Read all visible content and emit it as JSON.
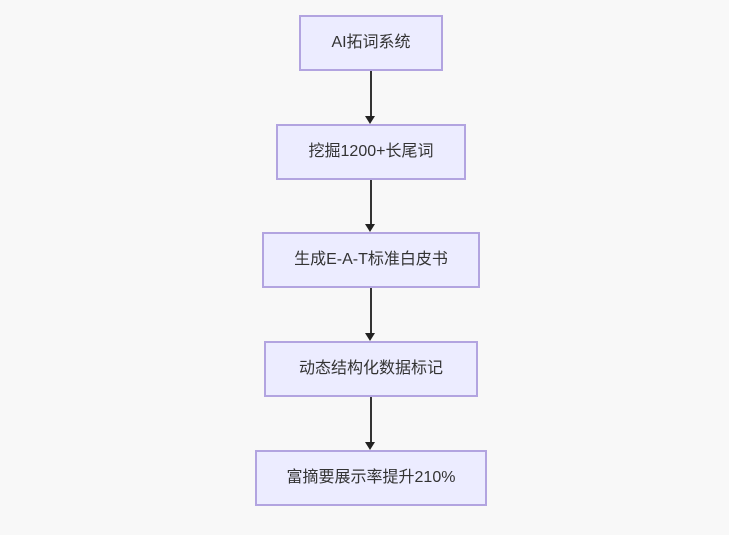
{
  "diagram": {
    "type": "flowchart",
    "direction": "top-down",
    "background_color": "#f8f8f8",
    "node_fill_color": "#ececff",
    "node_border_color": "#b2a4e0",
    "text_color": "#333333",
    "arrow_color": "#333333",
    "nodes": [
      {
        "label": "AI拓词系统"
      },
      {
        "label": "挖掘1200+长尾词"
      },
      {
        "label": "生成E-A-T标准白皮书"
      },
      {
        "label": "动态结构化数据标记"
      },
      {
        "label": "富摘要展示率提升210%"
      }
    ],
    "edges": [
      {
        "from_index": 0,
        "to_index": 1,
        "label": ""
      },
      {
        "from_index": 1,
        "to_index": 2,
        "label": ""
      },
      {
        "from_index": 2,
        "to_index": 3,
        "label": ""
      },
      {
        "from_index": 3,
        "to_index": 4,
        "label": ""
      }
    ]
  }
}
